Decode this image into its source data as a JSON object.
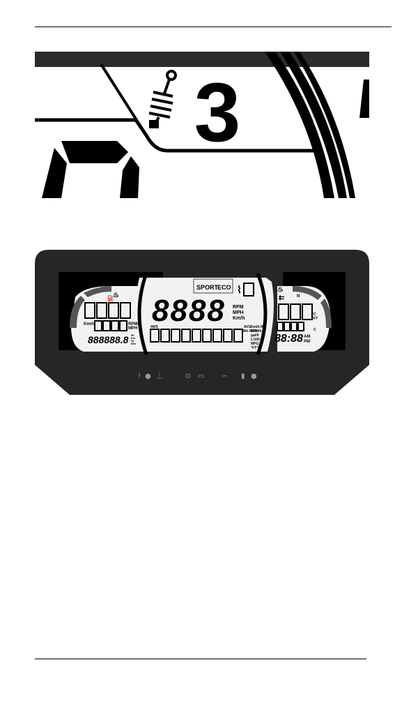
{
  "figure_top": {
    "gear_digit": "3",
    "icon": "shock-absorber-icon"
  },
  "figure_bottom": {
    "mode_sport": "SPORT",
    "mode_eco": "ECO",
    "main_digits": "8888",
    "unit_rpm": "RPM",
    "unit_mph": "MPH",
    "unit_kmh": "Km/h",
    "label_min_max": "Min MAX",
    "label_avg": "AVG",
    "label_4ws": "4WS",
    "units_right": [
      "Km/h M",
      "RPM/h",
      "gal/h",
      "L/100",
      "MPG",
      "°FT°C"
    ],
    "left_unit_kmh": "Km/h",
    "left_unit_rpm": "RPMin",
    "left_unit_mph": "MPH",
    "odometer": "888888.8",
    "odo_units": [
      "Mi",
      "Km",
      "Hr",
      "Min"
    ],
    "temp_f": "°C",
    "temp_ft": "°FT",
    "temp_c": "C",
    "gear_n": "N",
    "clock": "88:88",
    "am": "AM",
    "pm": "PM",
    "icons": [
      "warning-icon",
      "light-icon",
      "coolant-icon",
      "brake-icon",
      "battery-icon",
      "oil-icon",
      "fuel-icon",
      "engine-icon"
    ]
  }
}
